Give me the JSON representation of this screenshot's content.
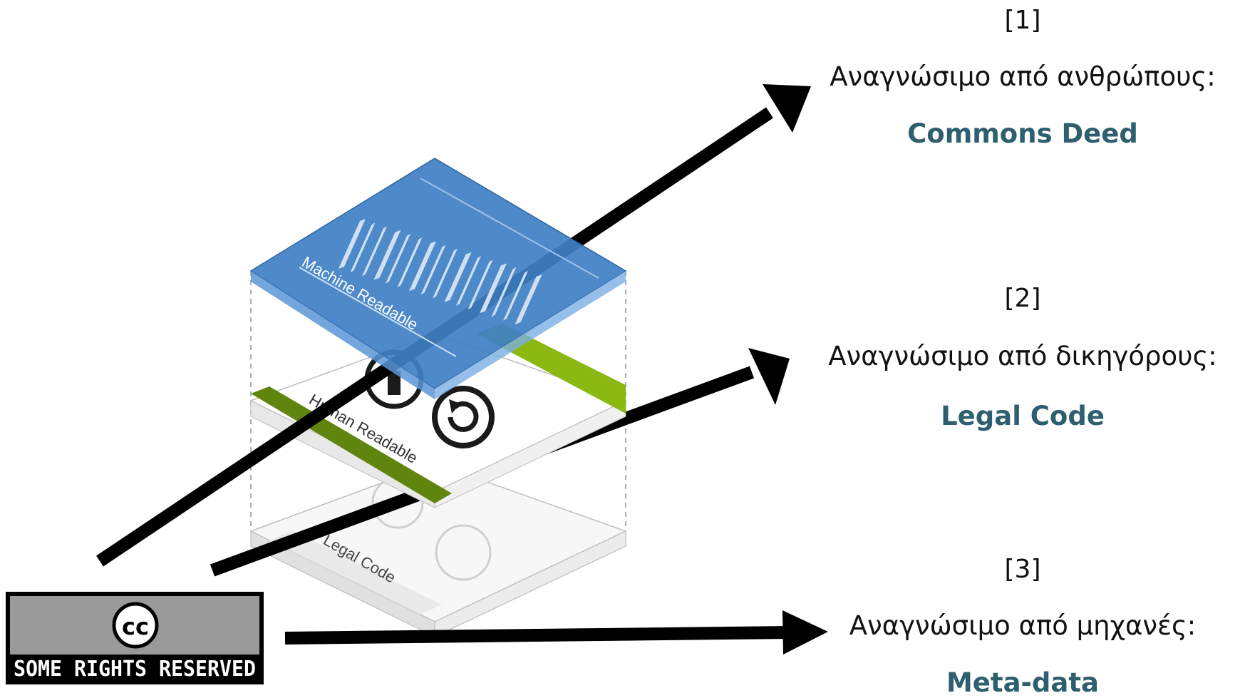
{
  "annotations": [
    {
      "number": "[1]",
      "description": "Αναγνώσιμο από ανθρώπους:",
      "term": "Commons Deed"
    },
    {
      "number": "[2]",
      "description": "Αναγνώσιμο από δικηγόρους:",
      "term": "Legal Code"
    },
    {
      "number": "[3]",
      "description": "Αναγνώσιμο από μηχανές:",
      "term": "Meta-data"
    }
  ],
  "layers": {
    "top": "Machine Readable",
    "middle": "Human Readable",
    "bottom": "Legal Code"
  },
  "badge": {
    "logo": "cc",
    "text": "SOME RIGHTS RESERVED"
  },
  "colors": {
    "machine_layer": "#3f7fc4",
    "human_layer_band": "#8cb812",
    "human_layer_band_dark": "#5a7d0d",
    "term_text": "#2e5f6f",
    "arrow": "#000000",
    "badge_bg": "#9a9a9a"
  }
}
